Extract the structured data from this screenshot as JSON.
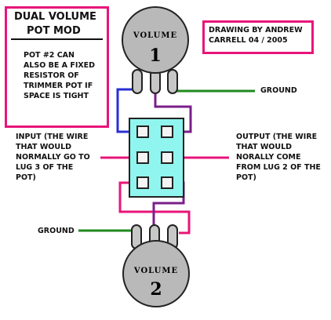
{
  "title_box": {
    "line1": "DUAL VOLUME",
    "line2": "POT MOD",
    "note": "POT #2 CAN\nALSO BE A FIXED\nRESISTOR OF\nTRIMMER POT IF\nSPACE IS TIGHT"
  },
  "credit": "DRAWING BY ANDREW\nCARRELL 04 / 2005",
  "pots": [
    {
      "label": "VOLUME",
      "number": "1"
    },
    {
      "label": "VOLUME",
      "number": "2"
    }
  ],
  "labels": {
    "ground_top": "GROUND",
    "ground_bottom": "GROUND",
    "input": "INPUT (THE WIRE\nTHAT WOULD\nNORMALLY GO TO\nLUG 3 OF THE\nPOT)",
    "output": "OUTPUT (THE WIRE\nTHAT WOULD\nNORALLY COME\nFROM LUG 2 OF THE\nPOT)"
  },
  "colors": {
    "border": "#e8157a",
    "wire_pink": "#e8157a",
    "wire_blue": "#2a2fd6",
    "wire_purple": "#7a1f8a",
    "wire_green": "#1f8a1f",
    "switch": "#8ff5ee",
    "pot": "#b9b9b9"
  }
}
